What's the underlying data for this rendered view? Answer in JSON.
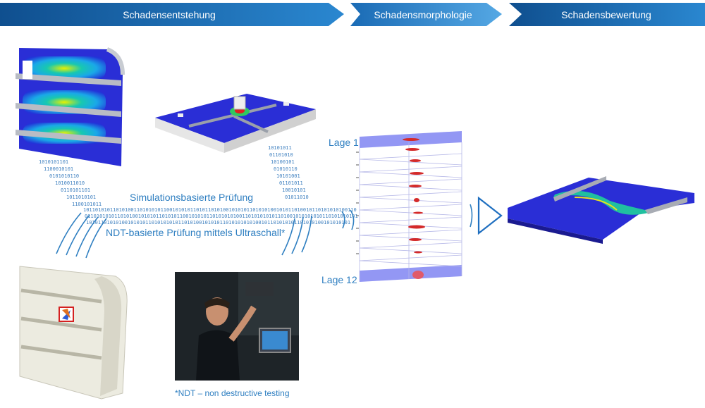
{
  "process_bar": {
    "step1": "Schadensentstehung",
    "step2": "Schadensmorphologie",
    "step3": "Schadensbewertung"
  },
  "flow_labels": {
    "simulation": "Simulationsbasierte Prüfung",
    "ndt": "NDT-basierte Prüfung mittels Ultraschall*"
  },
  "layer_axis": {
    "top": "Lage 1",
    "bottom": "Lage 12"
  },
  "footnote": "*NDT – non destructive testing",
  "colors": {
    "bar_dark": "#0f4f8f",
    "bar_light": "#2f8fd8",
    "accent_text": "#2f7fc1",
    "fem_blue": "#1f3fd0"
  }
}
